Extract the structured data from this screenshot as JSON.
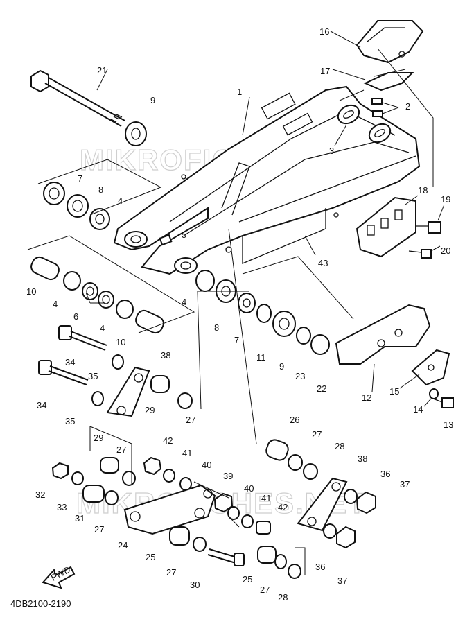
{
  "diagram": {
    "watermark": "MIKROFICHES.NET",
    "catalog_code": "4DB2100-2190",
    "direction_label": "FWD",
    "labels": {
      "p1": "1",
      "p2": "2",
      "p3": "3",
      "p4a": "4",
      "p4b": "4",
      "p4c": "4",
      "p4d": "4",
      "p5": "5",
      "p6": "6",
      "p7a": "7",
      "p7b": "7",
      "p8a": "8",
      "p8b": "8",
      "p9a": "9",
      "p9b": "9",
      "p10a": "10",
      "p10b": "10",
      "p11": "11",
      "p12": "12",
      "p13": "13",
      "p14": "14",
      "p15": "15",
      "p16": "16",
      "p17": "17",
      "p18": "18",
      "p19": "19",
      "p20": "20",
      "p21": "21",
      "p22": "22",
      "p23": "23",
      "p24": "24",
      "p25a": "25",
      "p25b": "25",
      "p26": "26",
      "p27a": "27",
      "p27b": "27",
      "p27c": "27",
      "p27d": "27",
      "p27e": "27",
      "p27f": "27",
      "p28a": "28",
      "p28b": "28",
      "p29a": "29",
      "p29b": "29",
      "p30": "30",
      "p31": "31",
      "p32": "32",
      "p33": "33",
      "p34a": "34",
      "p34b": "34",
      "p35a": "35",
      "p35b": "35",
      "p36a": "36",
      "p36b": "36",
      "p37a": "37",
      "p37b": "37",
      "p38a": "38",
      "p38b": "38",
      "p39": "39",
      "p40a": "40",
      "p40b": "40",
      "p41a": "41",
      "p41b": "41",
      "p42a": "42",
      "p42b": "42",
      "p43": "43"
    }
  }
}
